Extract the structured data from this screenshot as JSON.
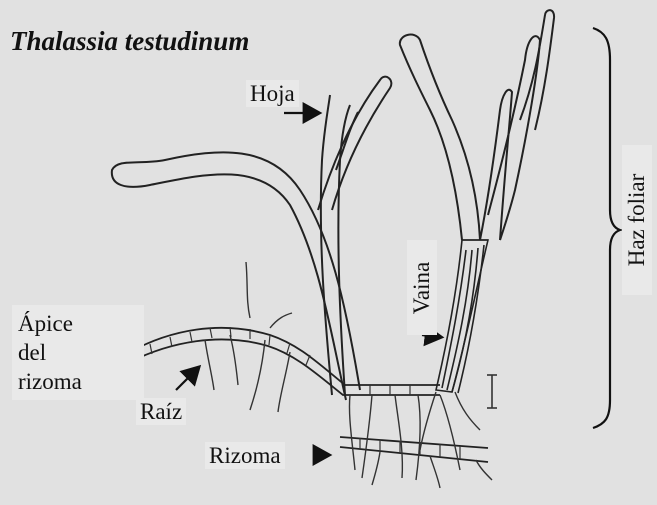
{
  "title": "Thalassia testudinum",
  "labels": {
    "hoja": "Hoja",
    "haz_foliar": "Haz foliar",
    "vaina": "Vaina",
    "apice_line1": "Ápice",
    "apice_line2": "del",
    "apice_line3": "rizoma",
    "raiz": "Raíz",
    "rizoma": "Rizoma"
  },
  "colors": {
    "background": "#e1e1e1",
    "ink": "#111111",
    "label_box": "#e9e9e9"
  }
}
